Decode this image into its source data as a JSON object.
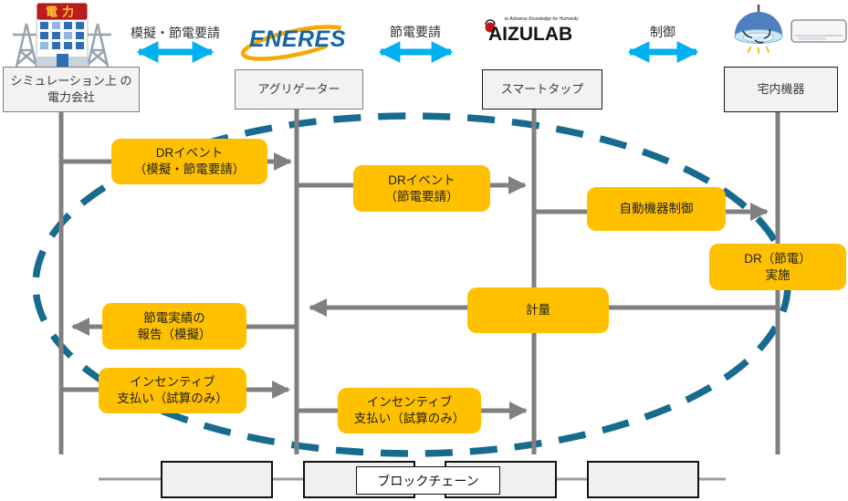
{
  "diagram": {
    "entities": [
      {
        "name": "power-company",
        "label": "シミュレーション上\nの電力会社",
        "icon": "power-company-building-icon",
        "sign": "電力"
      },
      {
        "name": "aggregator",
        "label": "アグリゲーター",
        "logo_text": "ENERES"
      },
      {
        "name": "smart-tap",
        "label": "スマートタップ",
        "logo_text": "AIZULAB",
        "logo_tagline": "to Advance Knowledge for Humanity"
      },
      {
        "name": "home-devices",
        "label": "宅内機器",
        "icons": [
          "pendant-light-icon",
          "air-conditioner-icon"
        ]
      }
    ],
    "header_links": [
      {
        "label": "模擬・節電要請",
        "between": [
          "power-company",
          "aggregator"
        ]
      },
      {
        "label": "節電要請",
        "between": [
          "aggregator",
          "smart-tap"
        ]
      },
      {
        "label": "制御",
        "between": [
          "smart-tap",
          "home-devices"
        ]
      }
    ],
    "messages": [
      {
        "label": "DRイベント\n（模擬・節電要請）",
        "from": "power-company",
        "to": "aggregator",
        "direction": "right"
      },
      {
        "label": "DRイベント\n（節電要請）",
        "from": "aggregator",
        "to": "smart-tap",
        "direction": "right"
      },
      {
        "label": "自動機器制御",
        "from": "smart-tap",
        "to": "home-devices",
        "direction": "right"
      },
      {
        "label": "DR（節電）\n実施",
        "from": "home-devices",
        "to": "home-devices",
        "direction": "none"
      },
      {
        "label": "計量",
        "from": "home-devices",
        "to": "aggregator",
        "direction": "left"
      },
      {
        "label": "節電実績の\n報告（模擬）",
        "from": "aggregator",
        "to": "power-company",
        "direction": "left"
      },
      {
        "label": "インセンティブ\n支払い（試算のみ）",
        "from": "power-company",
        "to": "aggregator",
        "direction": "right"
      },
      {
        "label": "インセンティブ\n支払い（試算のみ）",
        "from": "aggregator",
        "to": "smart-tap",
        "direction": "right"
      }
    ],
    "blockchain_label": "ブロックチェーン",
    "icons": {
      "power_building": "power-company-building-icon",
      "pendant_light": "pendant-light-icon",
      "air_conditioner": "air-conditioner-icon",
      "eneres_logo": "eneres-logo",
      "aizulab_logo": "aizulab-logo"
    },
    "colors": {
      "message_box": "#FFC000",
      "link_arrow": "#00B0F0",
      "gray_line": "#808080",
      "dashed_ellipse": "#166B8F",
      "header_box_fill": "#F2F2F2",
      "power_sign_red": "#BE1C1C",
      "power_sign_text": "#F7C92E"
    }
  }
}
